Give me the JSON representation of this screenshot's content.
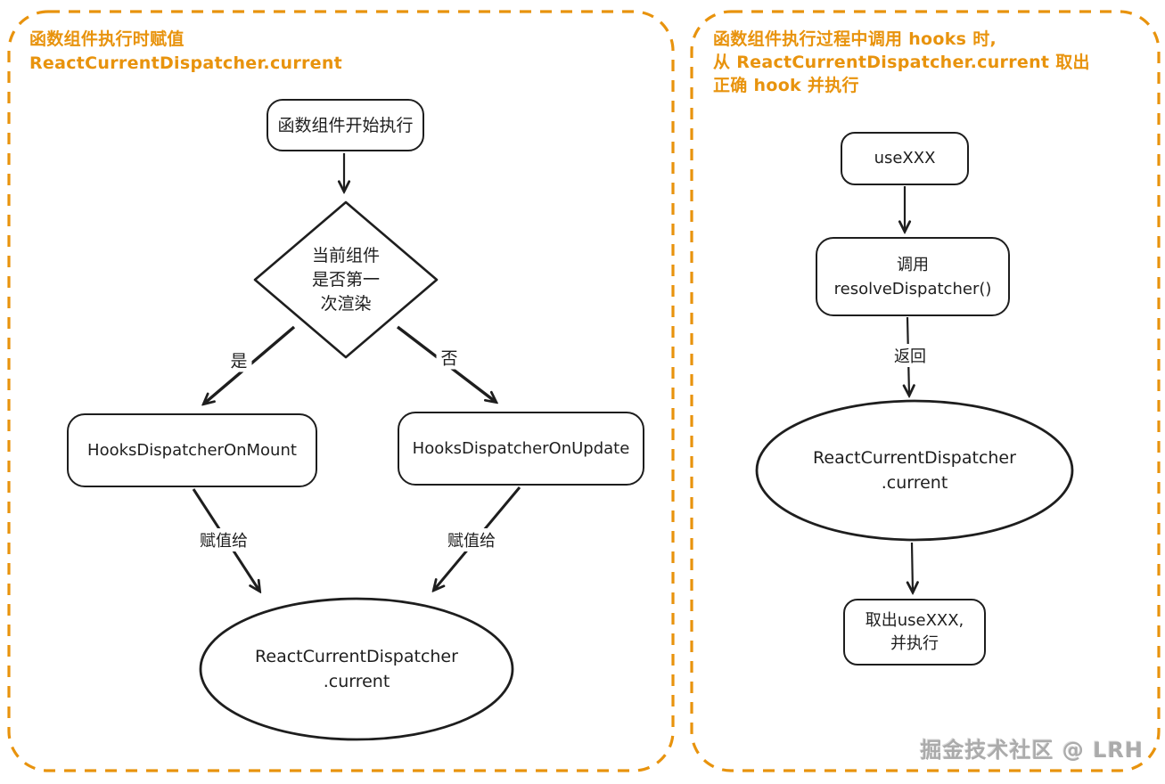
{
  "colors": {
    "accent": "#E8930D",
    "stroke": "#1E1E1E",
    "watermark_gray": "#ABABAB"
  },
  "watermark": "掘金技术社区 @ LRH",
  "left_panel": {
    "title_lines": [
      "函数组件执行时赋值",
      "ReactCurrentDispatcher.current"
    ],
    "nodes": {
      "start": "函数组件开始执行",
      "decision": [
        "当前组件",
        "是否第一",
        "次渲染"
      ],
      "mount": "HooksDispatcherOnMount",
      "update": "HooksDispatcherOnUpdate",
      "dispatcher": [
        "ReactCurrentDispatcher",
        ".current"
      ]
    },
    "edges": {
      "yes": "是",
      "no": "否",
      "assign_left": "赋值给",
      "assign_right": "赋值给"
    }
  },
  "right_panel": {
    "title_lines": [
      "函数组件执行过程中调用 hooks 时,",
      "从 ReactCurrentDispatcher.current 取出",
      "正确 hook 并执行"
    ],
    "nodes": {
      "use_hook": "useXXX",
      "resolve": [
        "调用",
        "resolveDispatcher()"
      ],
      "dispatcher": [
        "ReactCurrentDispatcher",
        ".current"
      ],
      "execute": [
        "取出useXXX,",
        "并执行"
      ]
    },
    "edges": {
      "return": "返回"
    }
  }
}
